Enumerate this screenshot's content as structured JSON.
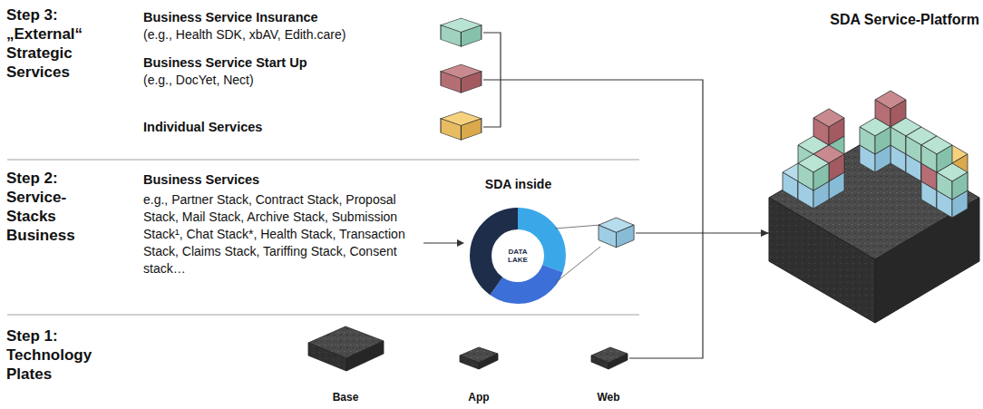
{
  "diagram": {
    "nodes": [
      {
        "text": [
          "SDA Service-Platform"
        ]
      },
      {
        "text": [
          "SDA inside",
          "DATA LAKE"
        ]
      },
      {
        "text": [
          "Base"
        ]
      },
      {
        "text": [
          "App"
        ]
      },
      {
        "text": [
          "Web"
        ]
      }
    ],
    "edges": [
      {
        "from": 4,
        "to": 0,
        "arrow": "to"
      }
    ],
    "labels": [
      "Step 3: „External“ Strategic Services",
      "Business Service Insurance",
      "(e.g., Health SDK, xbAV, Edith.care)",
      "Business Service Start Up",
      "(e.g., DocYet, Nect)",
      "Individual Services",
      "Step 2: Service-Stacks Business",
      "Business Services",
      "e.g., Partner Stack, Contract Stack, Proposal Stack, Mail Stack, Archive Stack, Submission Stack¹, Chat Stack*, Health Stack, Transaction Stack, Claims Stack, Tariffing Stack, Consent stack…",
      "Step 1: Technology Plates"
    ]
  }
}
